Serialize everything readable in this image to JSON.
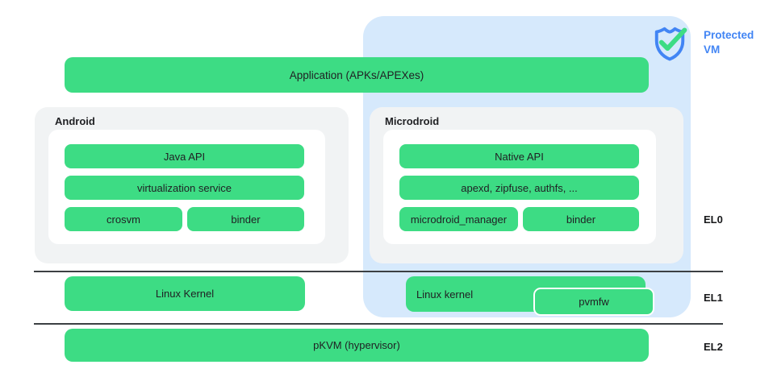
{
  "colors": {
    "green": "#3ddc84",
    "light_blue": "#d6e9fc",
    "gray": "#f1f3f4",
    "blue": "#4285f4",
    "text_dark": "#202124",
    "line": "#3c4043"
  },
  "diagram": {
    "protected_vm": {
      "icon": "shield-check-icon",
      "label_line1": "Protected",
      "label_line2": "VM"
    },
    "application": {
      "label": "Application (APKs/APEXes)"
    },
    "android": {
      "title": "Android",
      "pills": {
        "java_api": "Java API",
        "virtualization_service": "virtualization service",
        "crosvm": "crosvm",
        "binder": "binder"
      }
    },
    "microdroid": {
      "title": "Microdroid",
      "pills": {
        "native_api": "Native API",
        "apexd": "apexd, zipfuse, authfs, ...",
        "microdroid_manager": "microdroid_manager",
        "binder": "binder"
      }
    },
    "el1_row": {
      "linux_kernel_left": "Linux Kernel",
      "linux_kernel_right": "Linux kernel",
      "pvmfw": "pvmfw"
    },
    "el2_row": {
      "pkvm": "pKVM (hypervisor)"
    },
    "levels": {
      "el0": "EL0",
      "el1": "EL1",
      "el2": "EL2"
    }
  }
}
